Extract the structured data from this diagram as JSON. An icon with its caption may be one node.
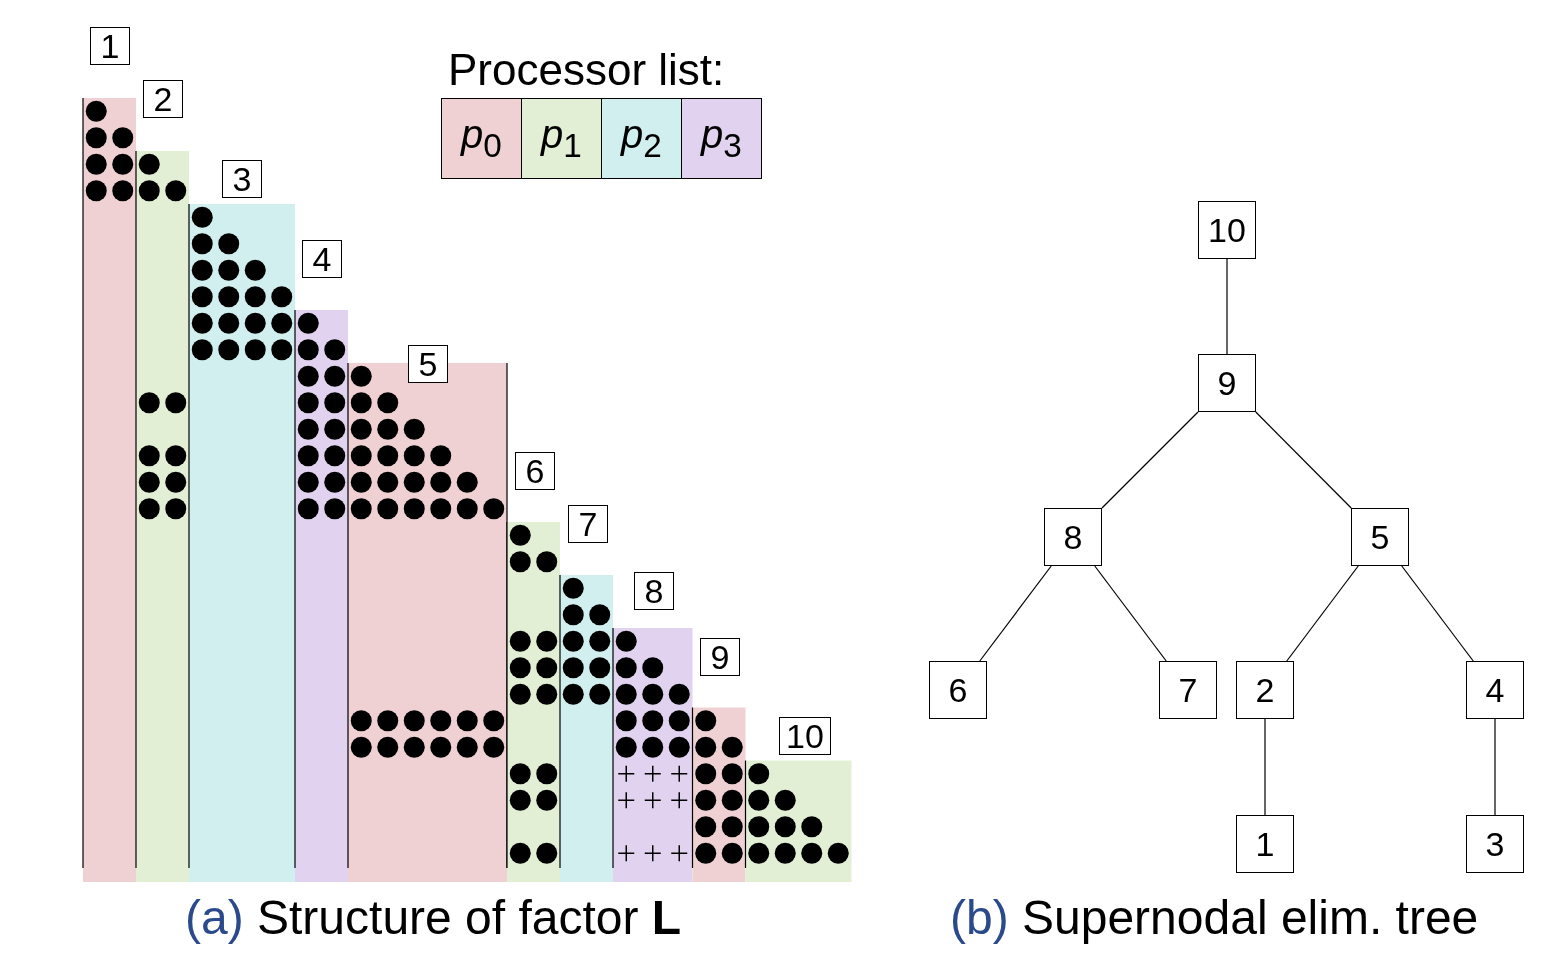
{
  "diagram": {
    "nodes": [
      {
        "text": [
          "1"
        ]
      },
      {
        "text": [
          "2"
        ]
      },
      {
        "text": [
          "3"
        ]
      },
      {
        "text": [
          "4"
        ]
      },
      {
        "text": [
          "5"
        ]
      },
      {
        "text": [
          "6"
        ]
      },
      {
        "text": [
          "7"
        ]
      },
      {
        "text": [
          "8"
        ]
      },
      {
        "text": [
          "9"
        ]
      },
      {
        "text": [
          "10"
        ]
      },
      {
        "text": [
          "10"
        ]
      },
      {
        "text": [
          "9"
        ]
      },
      {
        "text": [
          "8"
        ]
      },
      {
        "text": [
          "5"
        ]
      },
      {
        "text": [
          "6"
        ]
      },
      {
        "text": [
          "7"
        ]
      },
      {
        "text": [
          "2"
        ]
      },
      {
        "text": [
          "4"
        ]
      },
      {
        "text": [
          "1"
        ]
      },
      {
        "text": [
          "3"
        ]
      }
    ],
    "edges": [
      {
        "from": 10,
        "to": 11,
        "arrow": "none"
      },
      {
        "from": 11,
        "to": 12,
        "arrow": "none"
      },
      {
        "from": 11,
        "to": 13,
        "arrow": "none"
      },
      {
        "from": 12,
        "to": 14,
        "arrow": "none"
      },
      {
        "from": 12,
        "to": 15,
        "arrow": "none"
      },
      {
        "from": 13,
        "to": 16,
        "arrow": "none"
      },
      {
        "from": 13,
        "to": 17,
        "arrow": "none"
      },
      {
        "from": 16,
        "to": 18,
        "arrow": "none"
      },
      {
        "from": 17,
        "to": 19,
        "arrow": "none"
      }
    ],
    "labels": [
      "Processor list:",
      "(a) Structure of factor **L**",
      "(b) Supernodal elim. tree"
    ],
    "legend": [
      {
        "text": "*p*$_{0}$",
        "color": "#efd1d3"
      },
      {
        "text": "*p*$_{1}$",
        "color": "#e2efd4"
      },
      {
        "text": "*p*$_{2}$",
        "color": "#d2efef"
      },
      {
        "text": "*p*$_{3}$",
        "color": "#e1d3ef"
      }
    ]
  }
}
